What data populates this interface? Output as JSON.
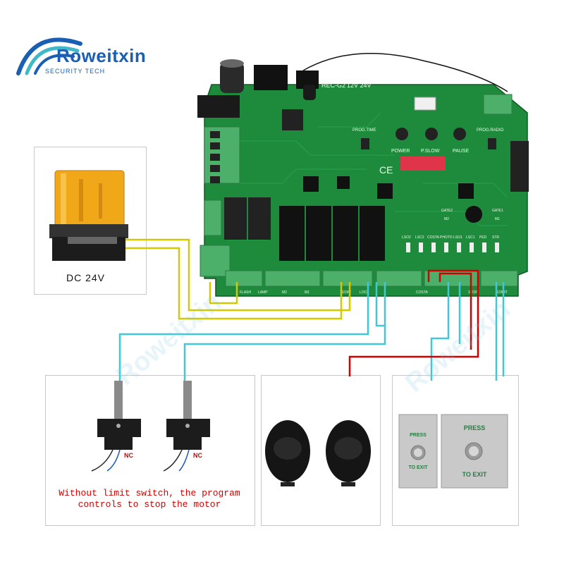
{
  "brand": {
    "name": "Roweitxin",
    "tagline": "SECURITY TECH",
    "colors": {
      "brand": "#1a5fb4",
      "accent": "#40b8c8"
    }
  },
  "lamp_panel": {
    "caption": "DC 24V"
  },
  "limit_panel": {
    "contact_label_left": "NC",
    "contact_label_right": "NC",
    "note_line1": "Without limit switch, the program",
    "note_line2": "controls to stop the motor"
  },
  "exit_panel": {
    "small_button_top": "PRESS",
    "small_button_bottom": "TO EXIT",
    "large_button_top": "PRESS",
    "large_button_bottom": "TO EXIT"
  },
  "board": {
    "model": "REC-G2",
    "voltage_label": "12V 24V",
    "knob_labels": [
      "POWER",
      "P.SLOW",
      "PAUSE"
    ],
    "prog_labels": [
      "PROG.TIME",
      "PROG.RADIO"
    ],
    "input_labels": [
      "LSO2",
      "LSC2",
      "COSTA",
      "PHOTO",
      "LSO1",
      "LSC1",
      "PED",
      "STR"
    ],
    "gate_labels": [
      "GATE2",
      "M2",
      "GATE1",
      "M1"
    ],
    "terminal_labels": [
      "FLASH",
      "LAMP",
      "M2",
      "M1",
      "12/24V",
      "LOCK",
      "COSTA",
      "STOP",
      "START"
    ],
    "ce_mark": "CE"
  },
  "wires": {
    "colors": {
      "power": "#d4c800",
      "signal": "#40c8d8",
      "photo": "#d20000"
    }
  }
}
